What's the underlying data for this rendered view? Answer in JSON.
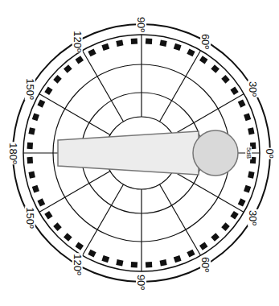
{
  "diagram": {
    "labels": [
      "0º",
      "30º",
      "60º",
      "90º",
      "120º",
      "150º",
      "180º",
      "150º",
      "120º",
      "90º",
      "60º",
      "30º",
      "5dB"
    ]
  }
}
